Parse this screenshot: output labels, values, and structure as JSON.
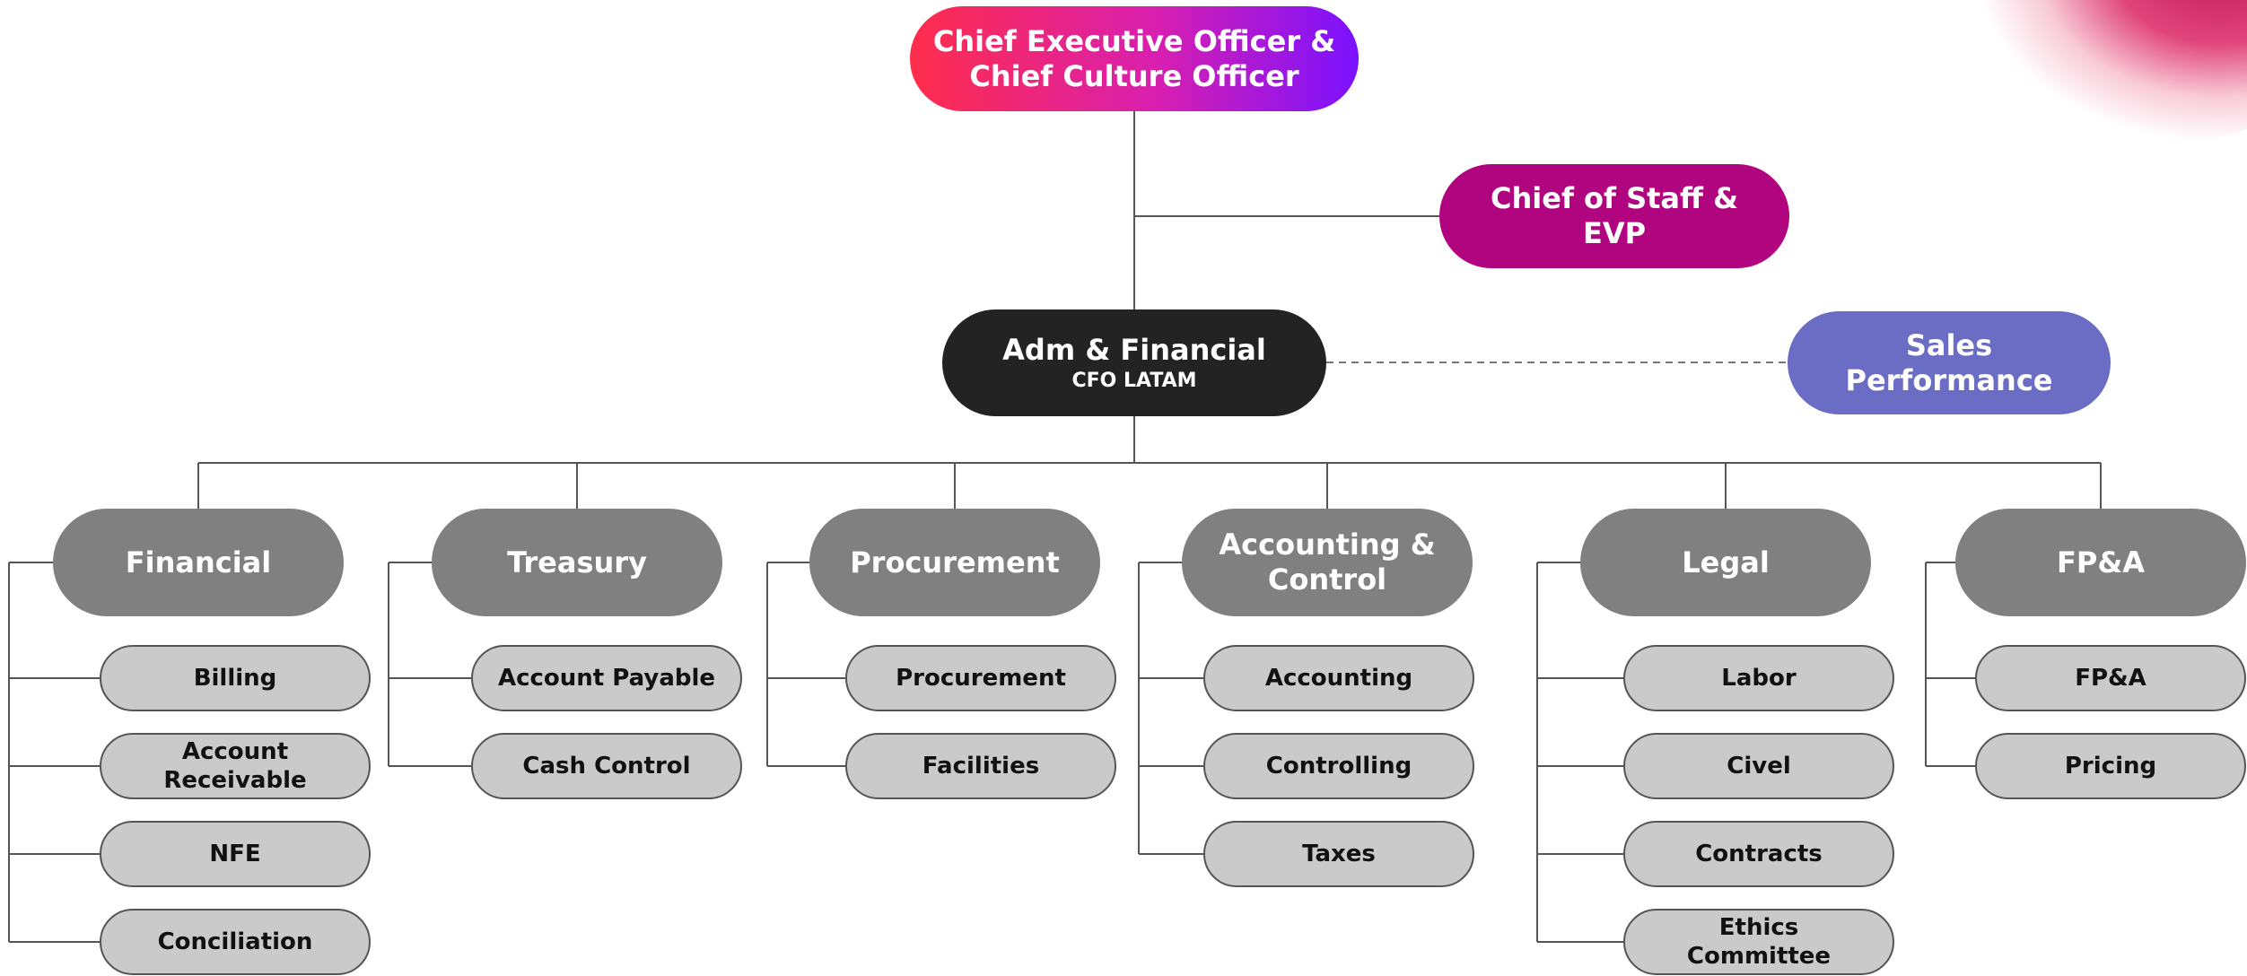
{
  "colors": {
    "ceo_gradient": [
      "#ff2d4b",
      "#d81fb0",
      "#7a12ff"
    ],
    "chief_of_staff": "#b0057e",
    "adm_financial": "#232323",
    "sales_performance": "#6b6cc3",
    "department": "#808080",
    "team": "#cacacb",
    "line": "#555555"
  },
  "ceo": {
    "line1": "Chief Executive Officer &",
    "line2": "Chief Culture Officer"
  },
  "chief_of_staff": {
    "line1": "Chief of Staff &",
    "line2": "EVP"
  },
  "adm_financial": {
    "title": "Adm & Financial",
    "subtitle": "CFO LATAM"
  },
  "sales_performance": {
    "line1": "Sales",
    "line2": "Performance",
    "link_style": "dashed"
  },
  "departments": [
    {
      "line1": "Financial",
      "teams": [
        {
          "line1": "Billing"
        },
        {
          "line1": "Account",
          "line2": "Receivable"
        },
        {
          "line1": "NFE"
        },
        {
          "line1": "Conciliation"
        }
      ]
    },
    {
      "line1": "Treasury",
      "teams": [
        {
          "line1": "Account Payable"
        },
        {
          "line1": "Cash Control"
        }
      ]
    },
    {
      "line1": "Procurement",
      "teams": [
        {
          "line1": "Procurement"
        },
        {
          "line1": "Facilities"
        }
      ]
    },
    {
      "line1": "Accounting &",
      "line2": "Control",
      "teams": [
        {
          "line1": "Accounting"
        },
        {
          "line1": "Controlling"
        },
        {
          "line1": "Taxes"
        }
      ]
    },
    {
      "line1": "Legal",
      "teams": [
        {
          "line1": "Labor"
        },
        {
          "line1": "Civel"
        },
        {
          "line1": "Contracts"
        },
        {
          "line1": "Ethics",
          "line2": "Committee"
        }
      ]
    },
    {
      "line1": "FP&A",
      "teams": [
        {
          "line1": "FP&A"
        },
        {
          "line1": "Pricing"
        }
      ]
    }
  ]
}
